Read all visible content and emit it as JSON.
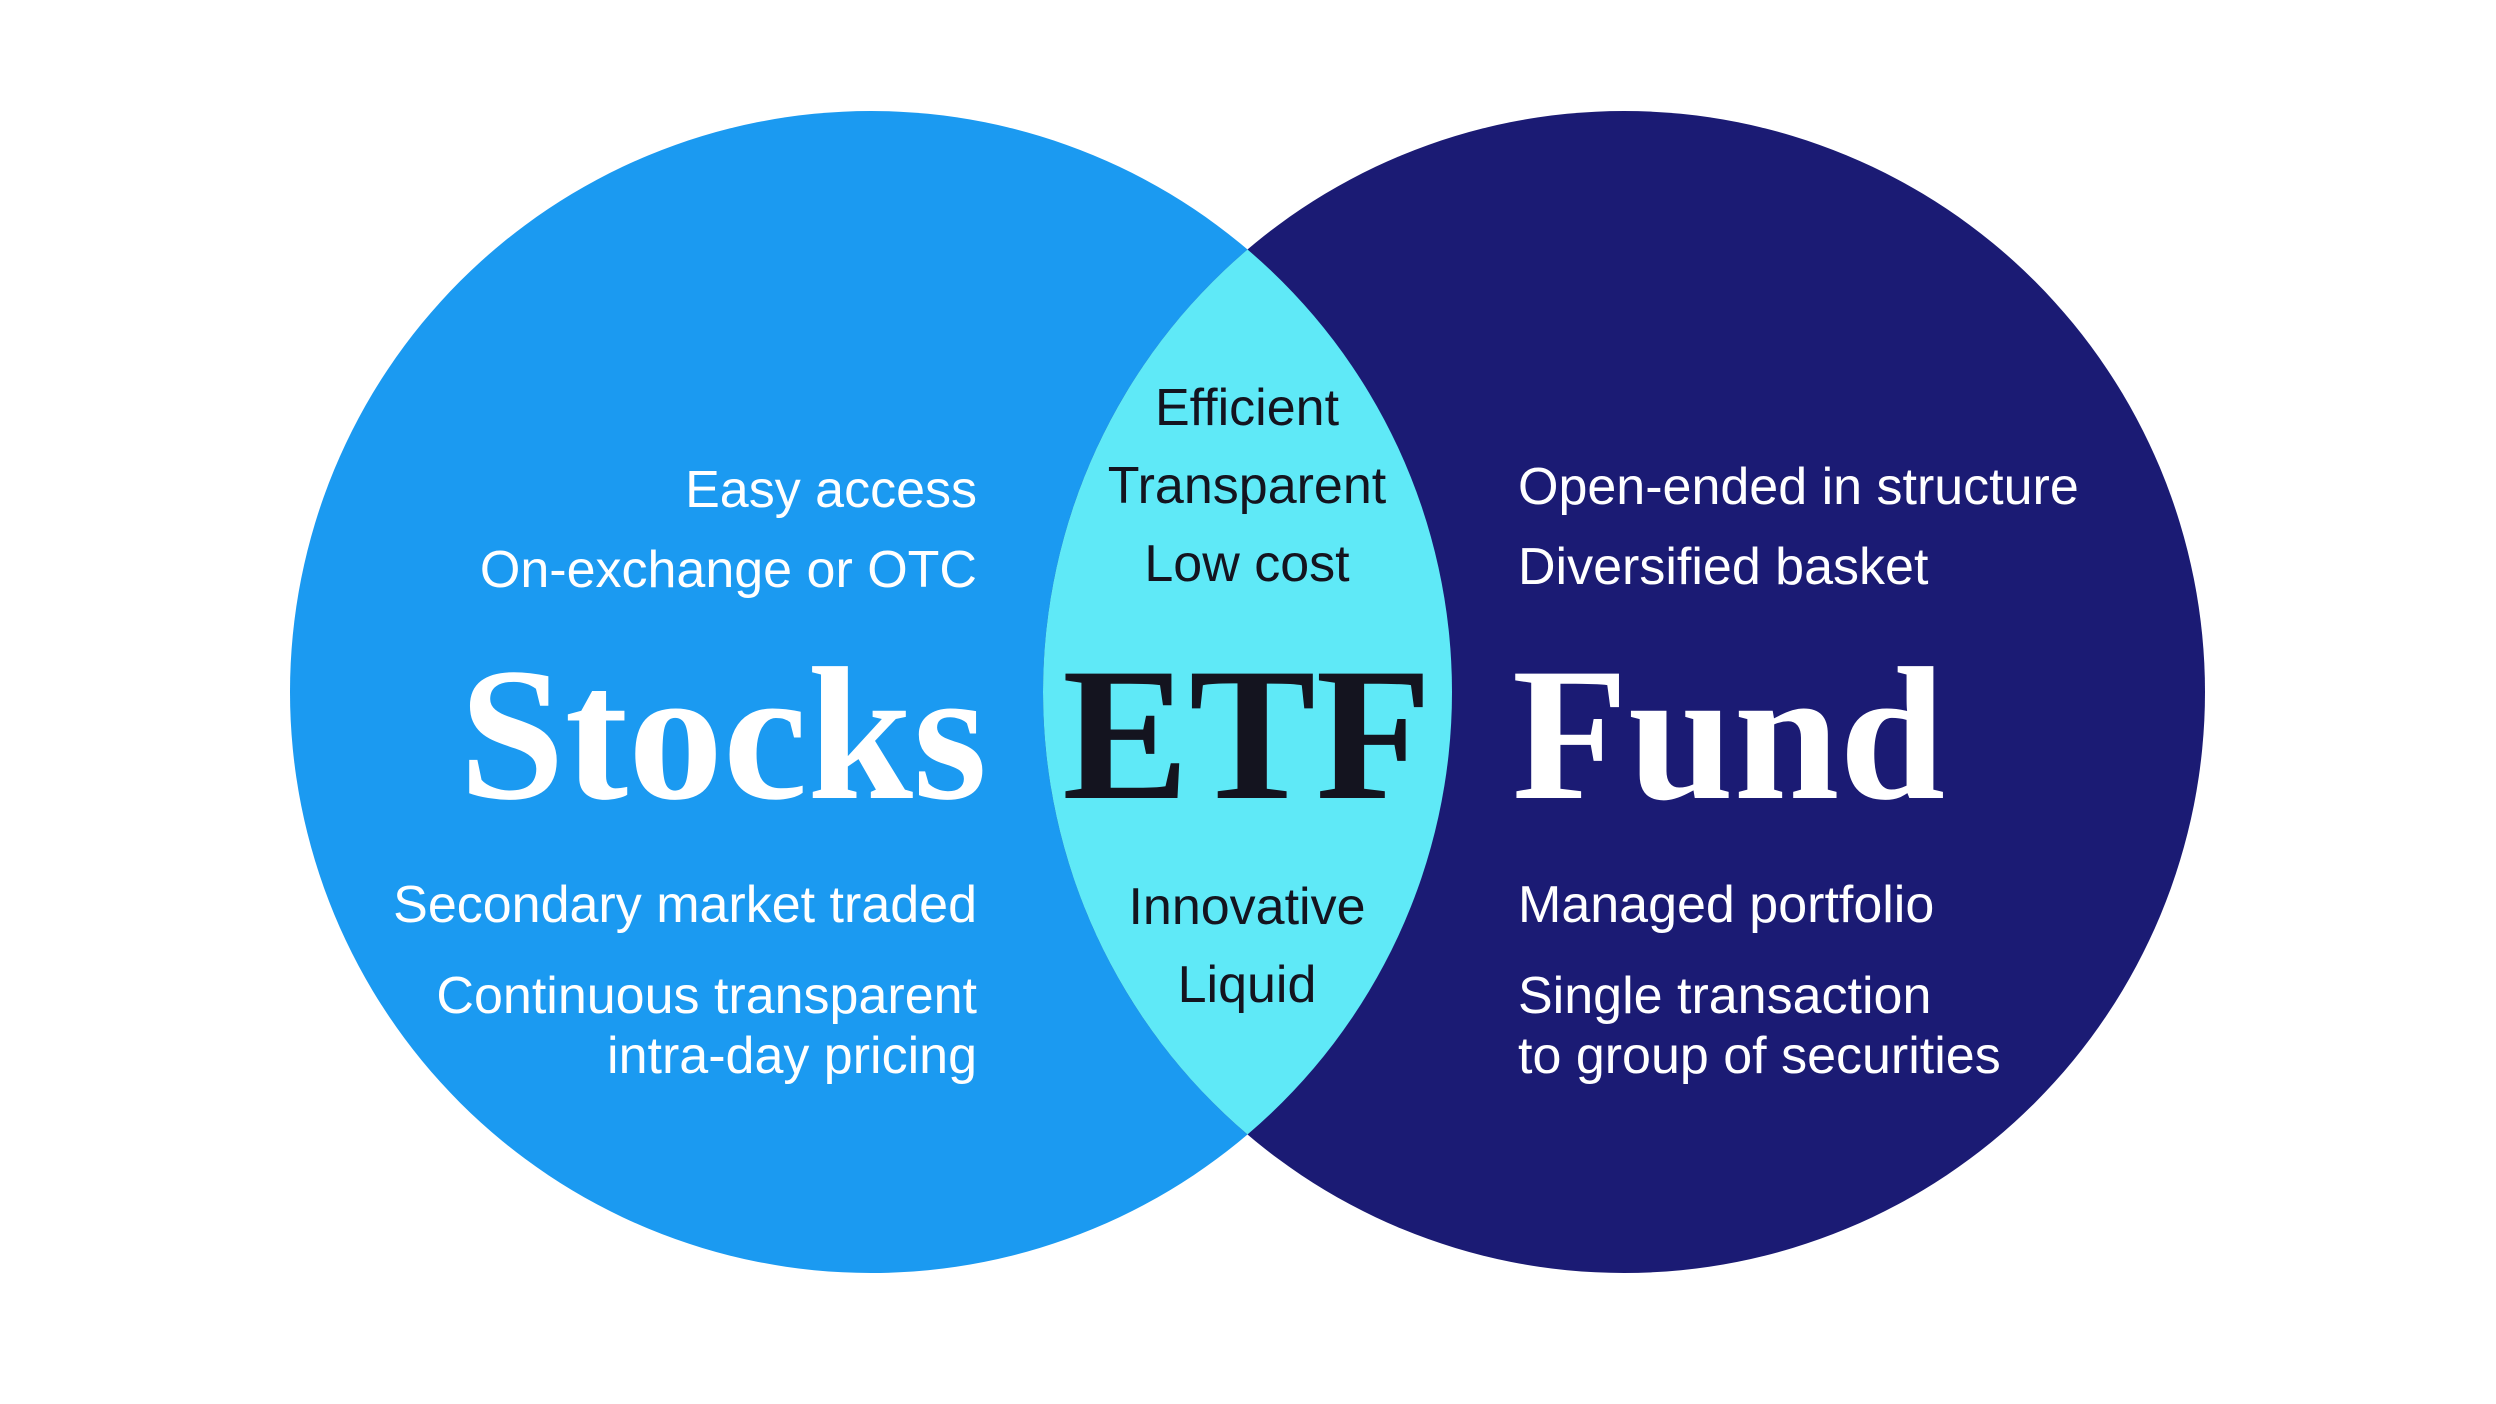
{
  "colors": {
    "background": "#ffffff",
    "stocks_circle": "#1b9af1",
    "fund_circle": "#1b1b74",
    "etf_lens": "#5fe9f7",
    "light_text": "#ffffff",
    "dark_text": "#14141f"
  },
  "stocks": {
    "title": "Stocks",
    "top_items": [
      "Easy access",
      "On-exchange or OTC"
    ],
    "bottom_items": [
      "Secondary market traded",
      "Continuous transparent",
      "intra-day pricing"
    ]
  },
  "etf": {
    "title": "ETF",
    "top_items": [
      "Efficient",
      "Transparent",
      "Low cost"
    ],
    "bottom_items": [
      "Innovative",
      "Liquid"
    ]
  },
  "fund": {
    "title": "Fund",
    "top_items": [
      "Open-ended in structure",
      "Diversified basket"
    ],
    "bottom_items": [
      "Managed portfolio",
      "Single transaction",
      "to group of securities"
    ]
  }
}
